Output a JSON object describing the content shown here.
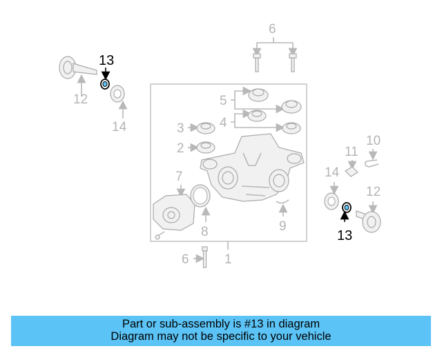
{
  "callouts": {
    "c1": "1",
    "c2": "2",
    "c3": "3",
    "c4": "4",
    "c5": "5",
    "c6_top": "6",
    "c6_bottom": "6",
    "c7": "7",
    "c8": "8",
    "c9": "9",
    "c10": "10",
    "c11": "11",
    "c12_left": "12",
    "c12_right": "12",
    "c13_left": "13",
    "c13_right": "13",
    "c14_left": "14",
    "c14_right": "14"
  },
  "highlight_color": "#000000",
  "banner": {
    "line1": "Part or sub-assembly is #13 in diagram",
    "line2": "Diagram may not be specific to your vehicle",
    "color": "#5bc3f5"
  }
}
